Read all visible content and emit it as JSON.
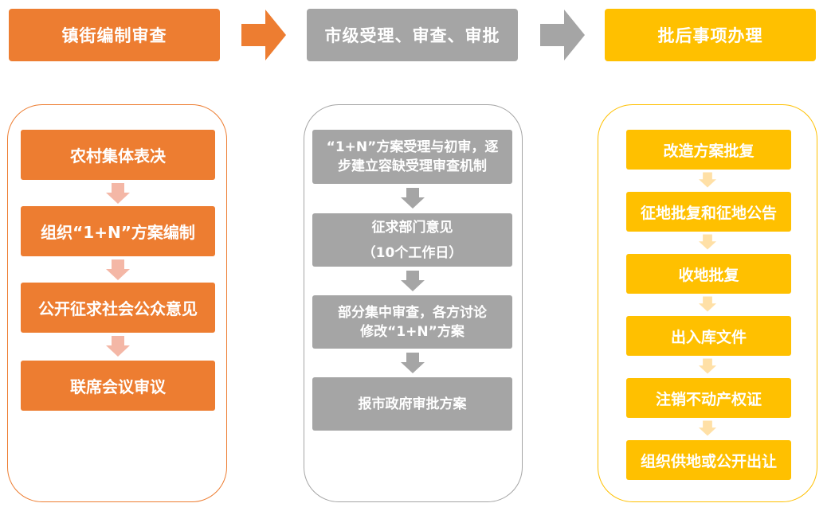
{
  "columns": [
    {
      "header": "镇街编制审查",
      "steps": [
        "农村集体表决",
        "组织“1+N”方案编制",
        "公开征求社会公众意见",
        "联席会议审议"
      ]
    },
    {
      "header": "市级受理、审查、审批",
      "steps": [
        {
          "line1": "“1+N”方案受理与初审，逐",
          "line2": "步建立容缺受理审查机制"
        },
        {
          "line1": "征求部门意见",
          "line2": "（10个工作日）"
        },
        {
          "line1": "部分集中审查，各方讨论",
          "line2": "修改“1+N”方案"
        },
        {
          "line1": "报市政府审批方案",
          "line2": ""
        }
      ]
    },
    {
      "header": "批后事项办理",
      "steps": [
        "改造方案批复",
        "征地批复和征地公告",
        "收地批复",
        "出入库文件",
        "注销不动产权证",
        "组织供地或公开出让"
      ]
    }
  ],
  "colors": {
    "orange": "#ED7D31",
    "gray": "#A5A5A5",
    "gold": "#FFC000",
    "orange_down_arrow": "#F4B7A6",
    "gold_down_arrow": "#FFE0A6"
  }
}
